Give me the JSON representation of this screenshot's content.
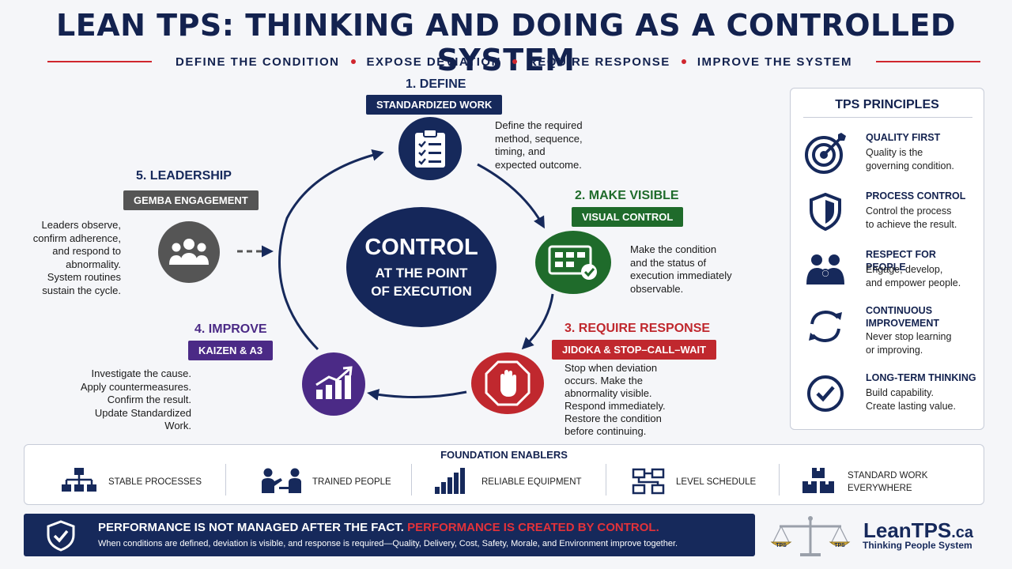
{
  "header": {
    "title": "LEAN TPS: THINKING AND DOING AS A CONTROLLED SYSTEM",
    "steps": [
      "DEFINE THE CONDITION",
      "EXPOSE DEVIATION",
      "REQUIRE RESPONSE",
      "IMPROVE THE SYSTEM"
    ]
  },
  "center": {
    "line1": "CONTROL",
    "line2": "AT THE POINT",
    "line3": "OF EXECUTION"
  },
  "stages": {
    "define": {
      "title": "1. DEFINE",
      "badge": "STANDARDIZED WORK",
      "desc": [
        "Define the required",
        "method, sequence,",
        "timing, and",
        "expected outcome."
      ],
      "icon": "clipboard-checklist-icon",
      "color": "#16295b"
    },
    "visible": {
      "title": "2. MAKE VISIBLE",
      "badge": "VISUAL CONTROL",
      "desc": [
        "Make the condition",
        "and the status of",
        "execution immediately",
        "observable."
      ],
      "icon": "status-board-icon",
      "color": "#1f6b2b"
    },
    "response": {
      "title": "3. REQUIRE RESPONSE",
      "badge": "JIDOKA & STOP–CALL–WAIT",
      "desc": [
        "Stop when deviation",
        "occurs. Make the",
        "abnormality visible.",
        "Respond immediately.",
        "Restore the condition",
        "before continuing."
      ],
      "icon": "stop-hand-icon",
      "color": "#c0282e"
    },
    "improve": {
      "title": "4. IMPROVE",
      "badge": "KAIZEN & A3",
      "desc": [
        "Investigate the cause.",
        "Apply countermeasures.",
        "Confirm the result.",
        "Update Standardized",
        "Work."
      ],
      "icon": "growth-chart-icon",
      "color": "#4b2a86"
    },
    "leadership": {
      "title": "5. LEADERSHIP",
      "badge": "GEMBA ENGAGEMENT",
      "desc": [
        "Leaders observe,",
        "confirm adherence,",
        "and respond to",
        "abnormality.",
        "System routines",
        "sustain the cycle."
      ],
      "icon": "team-icon",
      "color": "#555555"
    }
  },
  "principles": {
    "title": "TPS PRINCIPLES",
    "items": [
      {
        "title": "QUALITY FIRST",
        "desc": [
          "Quality is the",
          "governing condition."
        ],
        "icon": "target-icon"
      },
      {
        "title": "PROCESS CONTROL",
        "desc": [
          "Control the process",
          "to achieve the result."
        ],
        "icon": "shield-icon"
      },
      {
        "title": "RESPECT FOR PEOPLE",
        "desc": [
          "Engage, develop,",
          "and empower people."
        ],
        "icon": "people-icon"
      },
      {
        "title": "CONTINUOUS IMPROVEMENT",
        "title_lines": [
          "CONTINUOUS",
          "IMPROVEMENT"
        ],
        "desc": [
          "Never stop learning",
          "or improving."
        ],
        "icon": "cycle-arrows-icon"
      },
      {
        "title": "LONG-TERM THINKING",
        "desc": [
          "Build capability.",
          "Create lasting value."
        ],
        "icon": "check-circle-icon"
      }
    ]
  },
  "foundation": {
    "title": "FOUNDATION ENABLERS",
    "items": [
      {
        "label": "STABLE PROCESSES",
        "icon": "hierarchy-icon"
      },
      {
        "label": "TRAINED PEOPLE",
        "icon": "training-icon"
      },
      {
        "label": "RELIABLE EQUIPMENT",
        "icon": "bar-signal-icon"
      },
      {
        "label": "LEVEL SCHEDULE",
        "icon": "flow-boxes-icon"
      },
      {
        "label": "STANDARD WORK EVERYWHERE",
        "label_lines": [
          "STANDARD WORK",
          "EVERYWHERE"
        ],
        "icon": "boxes-icon"
      }
    ]
  },
  "footer": {
    "line1_a": "PERFORMANCE IS NOT MANAGED AFTER THE FACT.",
    "line1_b": "PERFORMANCE IS CREATED BY CONTROL.",
    "line2": "When conditions are defined, deviation is visible, and response is required—Quality, Delivery, Cost, Safety, Morale, and Environment improve together."
  },
  "brand": {
    "name": "LeanTPS",
    "tld": ".ca",
    "tagline": "Thinking People System",
    "scale_label_left": "TPS",
    "scale_label_right": "TPS"
  }
}
